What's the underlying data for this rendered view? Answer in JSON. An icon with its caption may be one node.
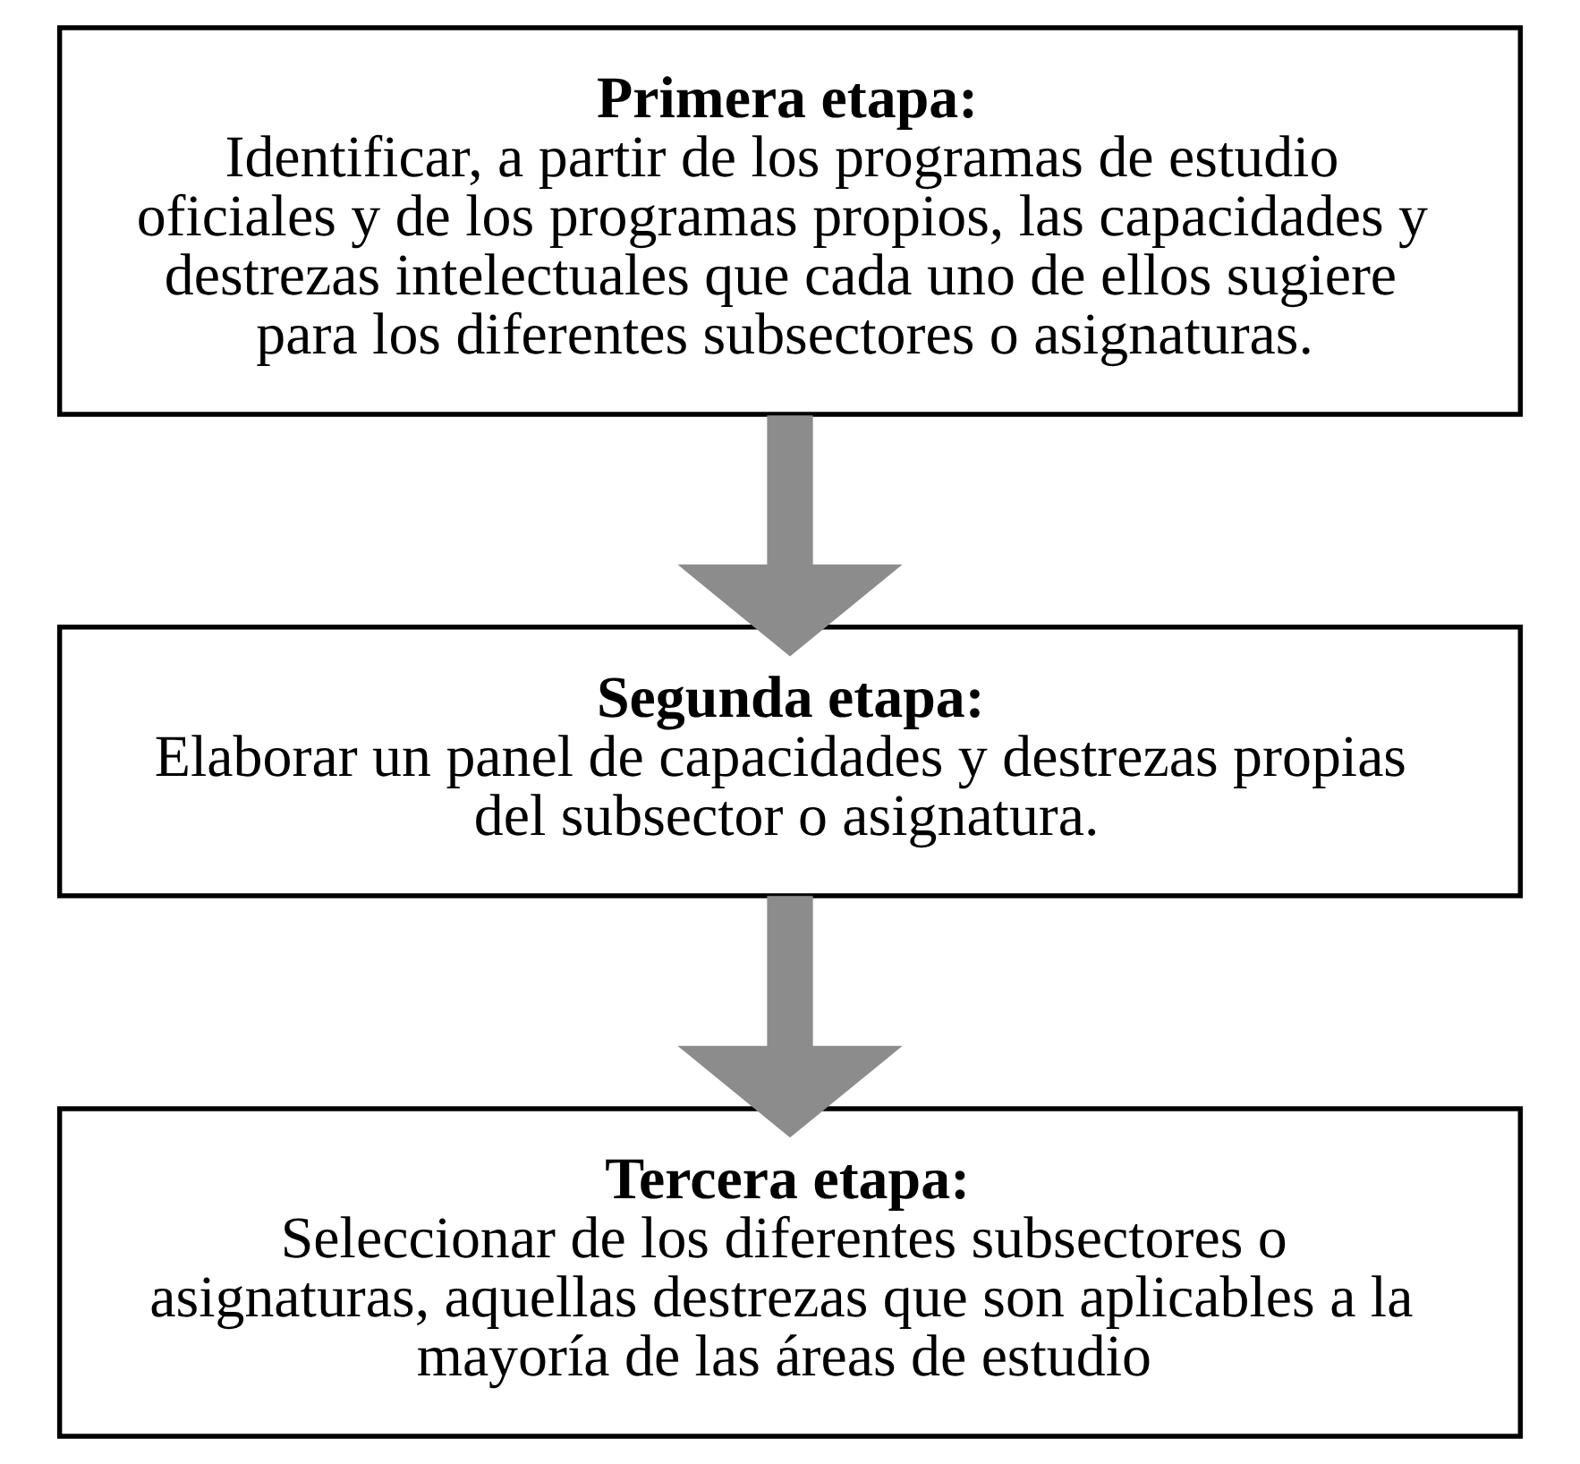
{
  "diagram": {
    "nodes": [
      {
        "text": [
          "Primera etapa:",
          "Identificar, a partir de los programas de estudio oficiales y de los programas propios, las capacidades y destrezas intelectuales que cada uno de ellos sugiere para los diferentes subsectores o asignaturas."
        ]
      },
      {
        "text": [
          "Segunda etapa:",
          "Elaborar un panel de capacidades y destrezas propias del subsector o asignatura."
        ]
      },
      {
        "text": [
          "Tercera etapa:",
          "Seleccionar de los diferentes subsectores o asignaturas, aquellas destrezas que son aplicables a la mayoría de las áreas de estudio"
        ]
      }
    ],
    "edges": [
      {
        "from": 0,
        "to": 1,
        "arrow": "to"
      },
      {
        "from": 1,
        "to": 2,
        "arrow": "to"
      }
    ]
  }
}
